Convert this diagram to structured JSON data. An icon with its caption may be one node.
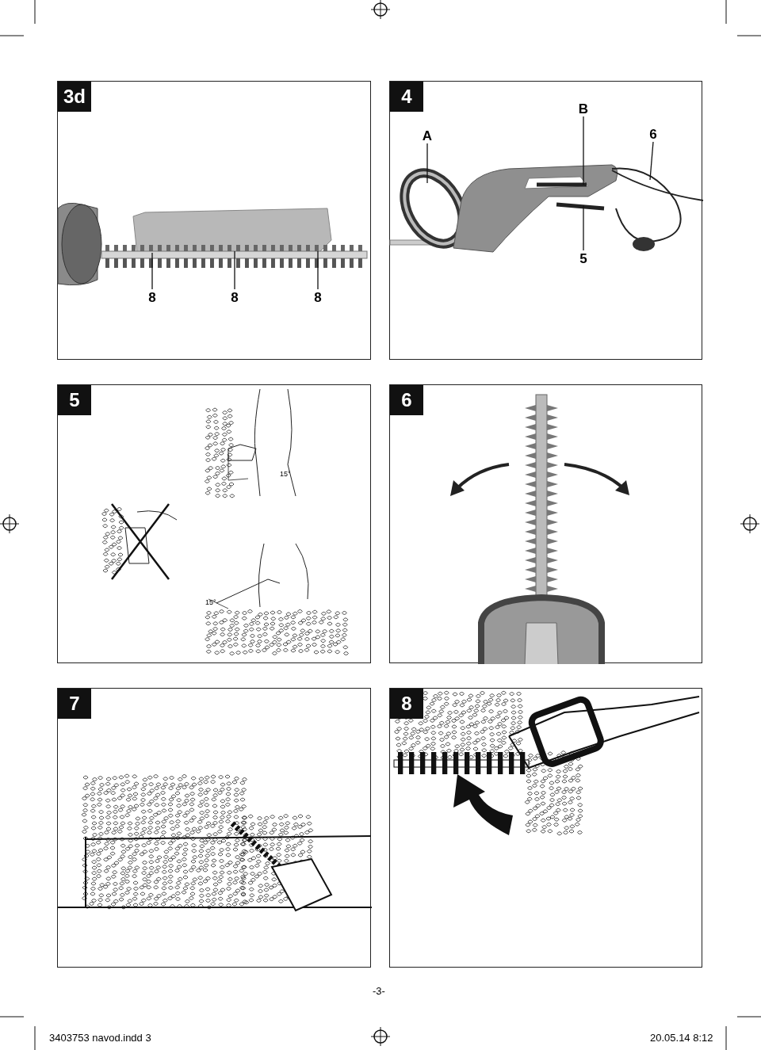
{
  "diagram": {
    "nodes": [
      {
        "text": [
          "3d"
        ]
      },
      {
        "text": [
          "8"
        ],
        "in": 0
      },
      {
        "text": [
          "8"
        ],
        "in": 0
      },
      {
        "text": [
          "8"
        ],
        "in": 0
      },
      {
        "text": [
          "4"
        ]
      },
      {
        "text": [
          "A"
        ],
        "in": 4
      },
      {
        "text": [
          "B"
        ],
        "in": 4
      },
      {
        "text": [
          "6"
        ],
        "in": 4
      },
      {
        "text": [
          "5"
        ],
        "in": 4
      },
      {
        "text": [
          "5"
        ]
      },
      {
        "text": [
          "6"
        ]
      },
      {
        "text": [
          "7"
        ]
      },
      {
        "text": [
          "8"
        ]
      }
    ],
    "edges": [
      {
        "from": 1,
        "to": null,
        "arrow": "none"
      },
      {
        "from": 2,
        "to": null,
        "arrow": "none"
      },
      {
        "from": 3,
        "to": null,
        "arrow": "none"
      },
      {
        "from": 5,
        "to": null,
        "arrow": "none"
      },
      {
        "from": 6,
        "to": null,
        "arrow": "none"
      },
      {
        "from": 7,
        "to": null,
        "arrow": "none"
      },
      {
        "from": 8,
        "to": null,
        "arrow": "none"
      }
    ],
    "labels": [
      "15°",
      "15°",
      "-3-",
      "3403753 navod.indd 3",
      "20.05.14 8:12"
    ]
  }
}
